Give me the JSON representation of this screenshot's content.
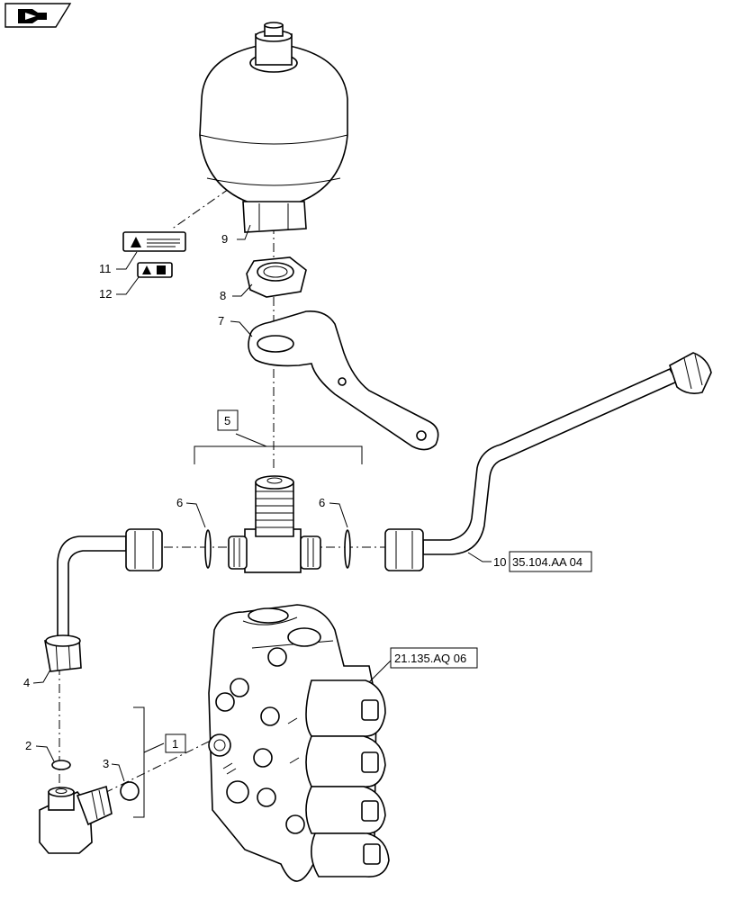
{
  "callouts": {
    "n1": "1",
    "n2": "2",
    "n3": "3",
    "n4": "4",
    "n5": "5",
    "n6a": "6",
    "n6b": "6",
    "n7": "7",
    "n8": "8",
    "n9": "9",
    "n10": "10",
    "n11": "11",
    "n12": "12"
  },
  "references": {
    "pipe_ref": "35.104.AA 04",
    "valve_ref": "21.135.AQ 06"
  },
  "icons": {
    "nav": "page-turn-icon"
  }
}
